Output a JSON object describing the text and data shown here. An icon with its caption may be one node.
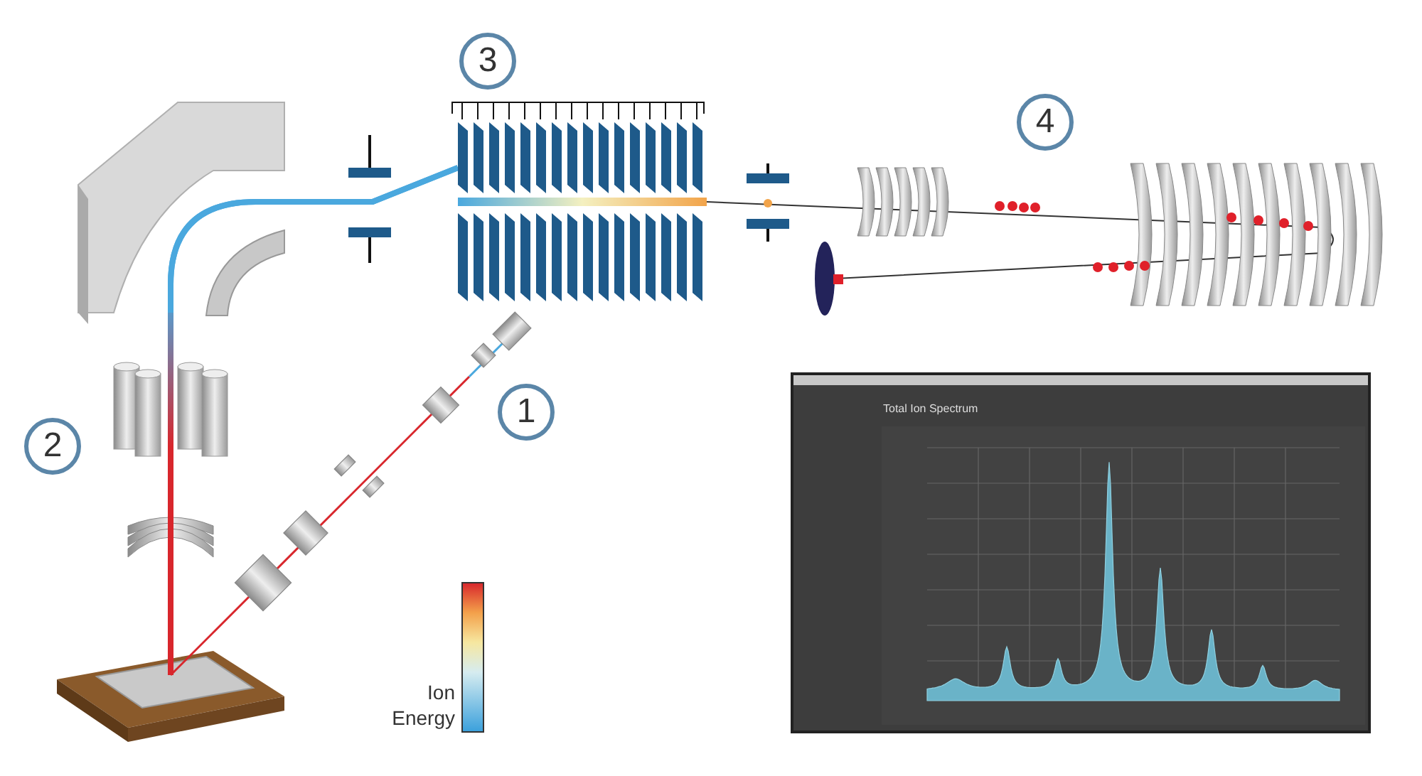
{
  "diagram": {
    "labels": [
      "3",
      "4",
      "1",
      "2",
      "Total Ion Spectrum",
      "Ion Energy"
    ]
  }
}
